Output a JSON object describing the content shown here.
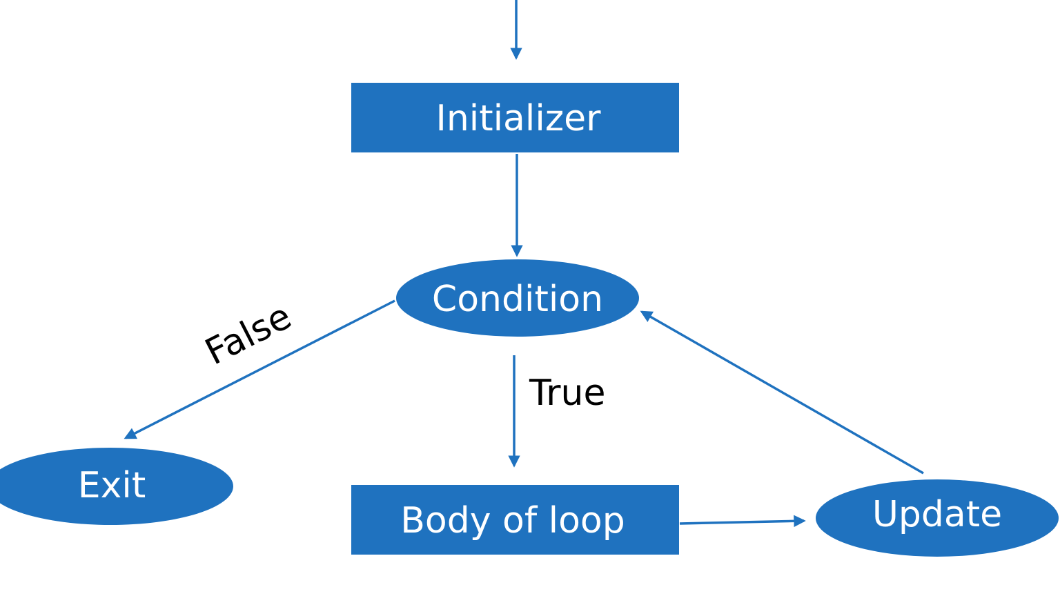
{
  "colors": {
    "node_fill": "#1f72bf",
    "edge_stroke": "#1f72bf",
    "label_text": "#000000",
    "node_text": "#ffffff"
  },
  "nodes": {
    "initializer": {
      "label": "Initializer",
      "shape": "rectangle"
    },
    "condition": {
      "label": "Condition",
      "shape": "ellipse"
    },
    "exit": {
      "label": "Exit",
      "shape": "ellipse"
    },
    "body": {
      "label": "Body of loop",
      "shape": "rectangle"
    },
    "update": {
      "label": "Update",
      "shape": "ellipse"
    }
  },
  "edges": {
    "entry_to_initializer": {
      "from": "entry",
      "to": "initializer",
      "label": ""
    },
    "initializer_to_condition": {
      "from": "initializer",
      "to": "condition",
      "label": ""
    },
    "condition_to_exit": {
      "from": "condition",
      "to": "exit",
      "label": "False"
    },
    "condition_to_body": {
      "from": "condition",
      "to": "body",
      "label": "True"
    },
    "body_to_update": {
      "from": "body",
      "to": "update",
      "label": ""
    },
    "update_to_condition": {
      "from": "update",
      "to": "condition",
      "label": ""
    }
  }
}
